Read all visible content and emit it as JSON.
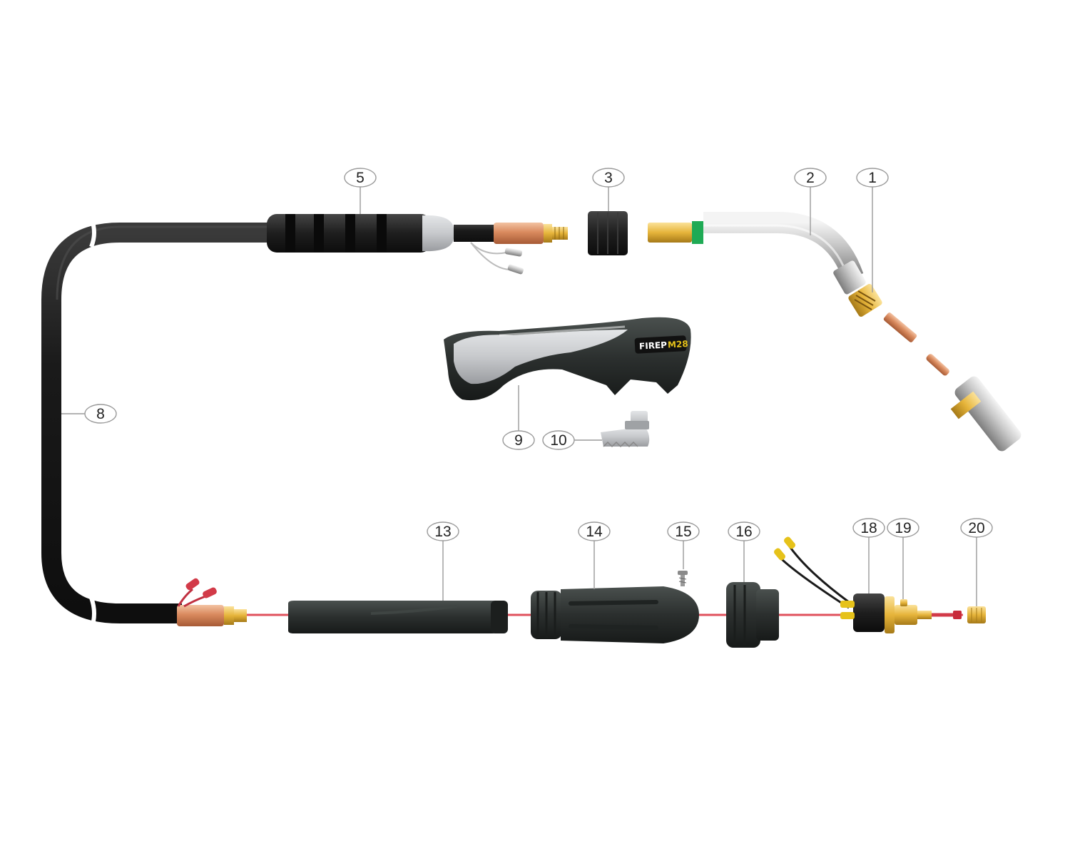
{
  "brand": {
    "name": "FIREP",
    "model": "M28"
  },
  "colors": {
    "cable": "#1c1c1c",
    "copper": "#d98a5e",
    "brass": "#e6b43a",
    "chrome": "#c9c9c9",
    "liner": "#e0505c",
    "grip_grey": "#c7c9cc",
    "handle_dark": "#2b2f2e",
    "ferrule_green": "#1faa55",
    "callout_border": "#9a9a9a"
  },
  "callouts": [
    {
      "id": "1",
      "label": "1"
    },
    {
      "id": "2",
      "label": "2"
    },
    {
      "id": "3",
      "label": "3"
    },
    {
      "id": "5",
      "label": "5"
    },
    {
      "id": "8",
      "label": "8"
    },
    {
      "id": "9",
      "label": "9"
    },
    {
      "id": "10",
      "label": "10"
    },
    {
      "id": "13",
      "label": "13"
    },
    {
      "id": "14",
      "label": "14"
    },
    {
      "id": "15",
      "label": "15"
    },
    {
      "id": "16",
      "label": "16"
    },
    {
      "id": "18",
      "label": "18"
    },
    {
      "id": "19",
      "label": "19"
    },
    {
      "id": "20",
      "label": "20"
    }
  ]
}
